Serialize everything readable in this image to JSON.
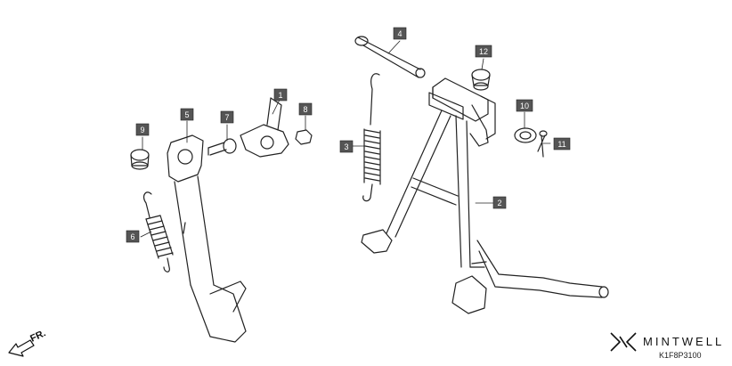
{
  "callouts": [
    {
      "label": "1"
    },
    {
      "label": "2"
    },
    {
      "label": "3"
    },
    {
      "label": "4"
    },
    {
      "label": "5"
    },
    {
      "label": "6"
    },
    {
      "label": "7"
    },
    {
      "label": "8"
    },
    {
      "label": "9"
    },
    {
      "label": "10"
    },
    {
      "label": "11"
    },
    {
      "label": "12"
    }
  ],
  "direction_label": "FR.",
  "brand": {
    "name": "MINTWELL",
    "diagram_code": "K1F8P3100"
  },
  "colors": {
    "callout_bg": "#555555",
    "callout_text": "#ffffff",
    "line": "#222222"
  }
}
